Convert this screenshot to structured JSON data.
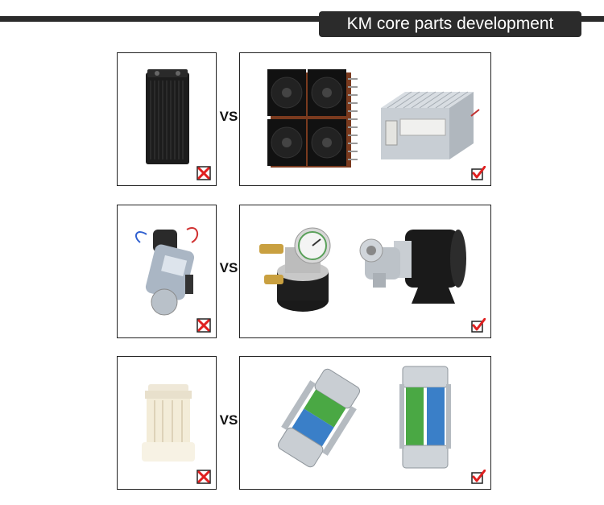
{
  "header": {
    "title": "KM core parts development"
  },
  "comparisons": [
    {
      "vs_label": "VS",
      "left_mark": "cross-icon",
      "right_mark": "check-icon"
    },
    {
      "vs_label": "VS",
      "left_mark": "cross-icon",
      "right_mark": "check-icon"
    },
    {
      "vs_label": "VS",
      "left_mark": "cross-icon",
      "right_mark": "check-icon"
    }
  ],
  "colors": {
    "banner": "#2b2b2b",
    "cross": "#e02020",
    "check": "#e02020",
    "border": "#222222"
  }
}
